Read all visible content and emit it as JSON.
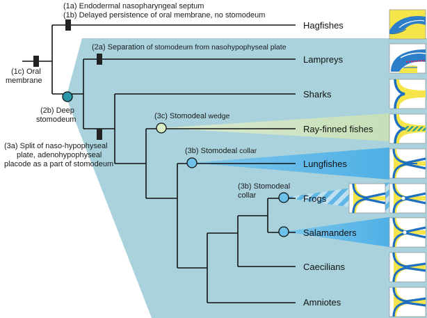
{
  "taxa": [
    {
      "name": "Hagfishes"
    },
    {
      "name": "Lampreys"
    },
    {
      "name": "Sharks"
    },
    {
      "name": "Ray-finned fishes"
    },
    {
      "name": "Lungfishes"
    },
    {
      "name": "Frogs"
    },
    {
      "name": "Salamanders"
    },
    {
      "name": "Caecilians"
    },
    {
      "name": "Amniotes"
    }
  ],
  "annotations": {
    "a1a": "(1a) Endodermal nasopharyngeal septum",
    "a1b": "(1b) Delayed persistence of oral membrane, no stomodeum",
    "a1c_line1": "(1c) Oral",
    "a1c_line2": "membrane",
    "a2a_prefix": "(2a) Separation",
    "a2a_rest": " of stomodeum from nasohypophyseal plate",
    "a2b_line1": "(2b) Deep",
    "a2b_line2": "stomodeum",
    "a3a_line1": "(3a) Split of naso-hypophyseal",
    "a3a_line2": "plate, adenohypophyseal",
    "a3a_line3": "placode as a part of stomodeum",
    "a3c_prefix": "(3c) Stomodeal",
    "a3c_rest": " wedge",
    "a3b_lung_prefix": "(3b) Stomodeal",
    "a3b_lung_rest": " collar",
    "a3b_frog_line1": "(3b) Stomodeal",
    "a3b_frog_line2": "collar"
  },
  "colors": {
    "deep_stomodeum_region": "#a9d2dc",
    "wedge": "#cfe3c2",
    "collar": "#63b9e8",
    "node_deep": "#2a98a8",
    "node_wedge": "#dcecc4",
    "node_collar": "#6cc0ea",
    "tree_line": "#111111",
    "icon_yellow": "#f6e54a",
    "icon_blue": "#1f6fc0"
  }
}
